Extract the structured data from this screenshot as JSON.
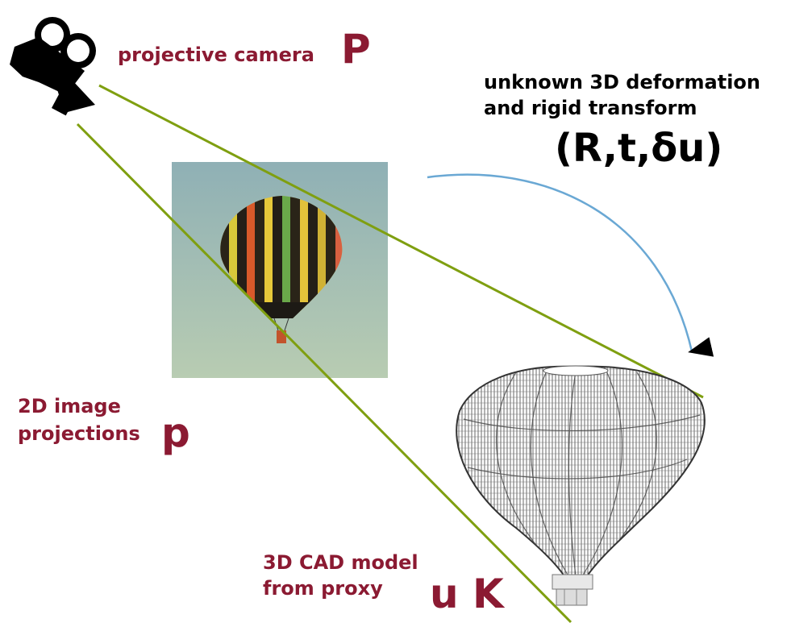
{
  "labels": {
    "camera_text": "projective camera",
    "camera_symbol": "P",
    "deformation_line1": "unknown 3D deformation",
    "deformation_line2": "and rigid transform",
    "deformation_params": "(R,t,δu)",
    "projection_line1": "2D image",
    "projection_line2": "projections",
    "projection_symbol": "p",
    "model_line1": "3D CAD model",
    "model_line2": "from proxy",
    "model_symbols": "u K"
  },
  "colors": {
    "label_maroon": "#8b1a32",
    "ray_green": "#7f9f10",
    "arrow_blue": "#6aa8d4",
    "sky_top": "#8fb0b5",
    "sky_bottom": "#b8ccb2",
    "wire_gray": "#555555"
  },
  "icons": {
    "camera": "movie-camera-icon",
    "photo": "hot-air-balloon-photo",
    "model": "balloon-wireframe-model"
  }
}
